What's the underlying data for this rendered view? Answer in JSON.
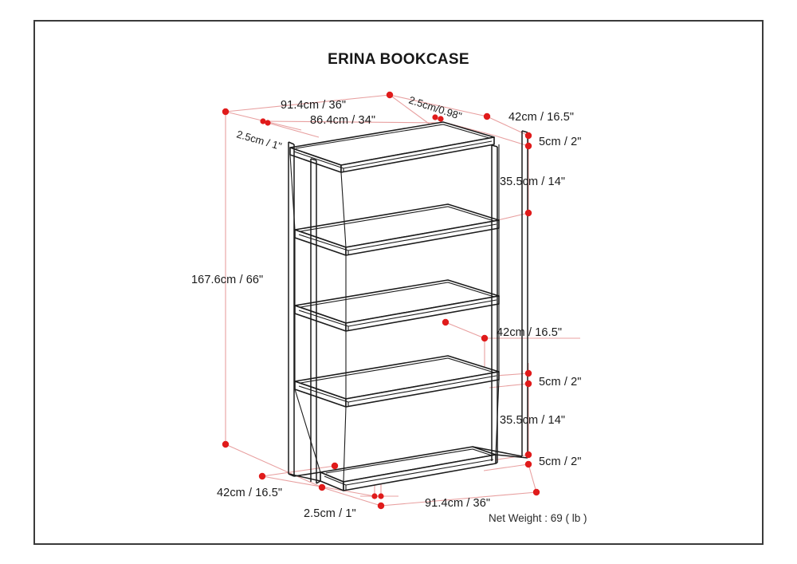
{
  "page": {
    "title": "ERINA BOOKCASE",
    "background_color": "#ffffff",
    "border_color": "#3a3a3a",
    "dimension_line_color": "#e8a0a0",
    "dimension_dot_color": "#e01b1b",
    "drawing_line_color": "#1c1c1c"
  },
  "net_weight": {
    "label": "Net Weight : 69 ( lb )"
  },
  "dimensions": {
    "top_width_outer": "91.4cm / 36\"",
    "top_width_inner": "86.4cm / 34\"",
    "top_left_thickness": "2.5cm / 1\"",
    "top_right_thickness": "2.5cm/0.98\"",
    "top_right_depth": "42cm / 16.5\"",
    "top_right_shelf_thickness": "5cm / 2\"",
    "top_right_gap": "35.5cm / 14\"",
    "left_height": "167.6cm / 66\"",
    "mid_right_depth": "42cm / 16.5\"",
    "mid_right_shelf_thickness": "5cm / 2\"",
    "mid_right_gap": "35.5cm / 14\"",
    "lower_right_shelf_thickness": "5cm / 2\"",
    "bottom_left_depth": "42cm / 16.5\"",
    "bottom_base_thickness": "2.5cm / 1\"",
    "bottom_width": "91.4cm / 36\""
  }
}
